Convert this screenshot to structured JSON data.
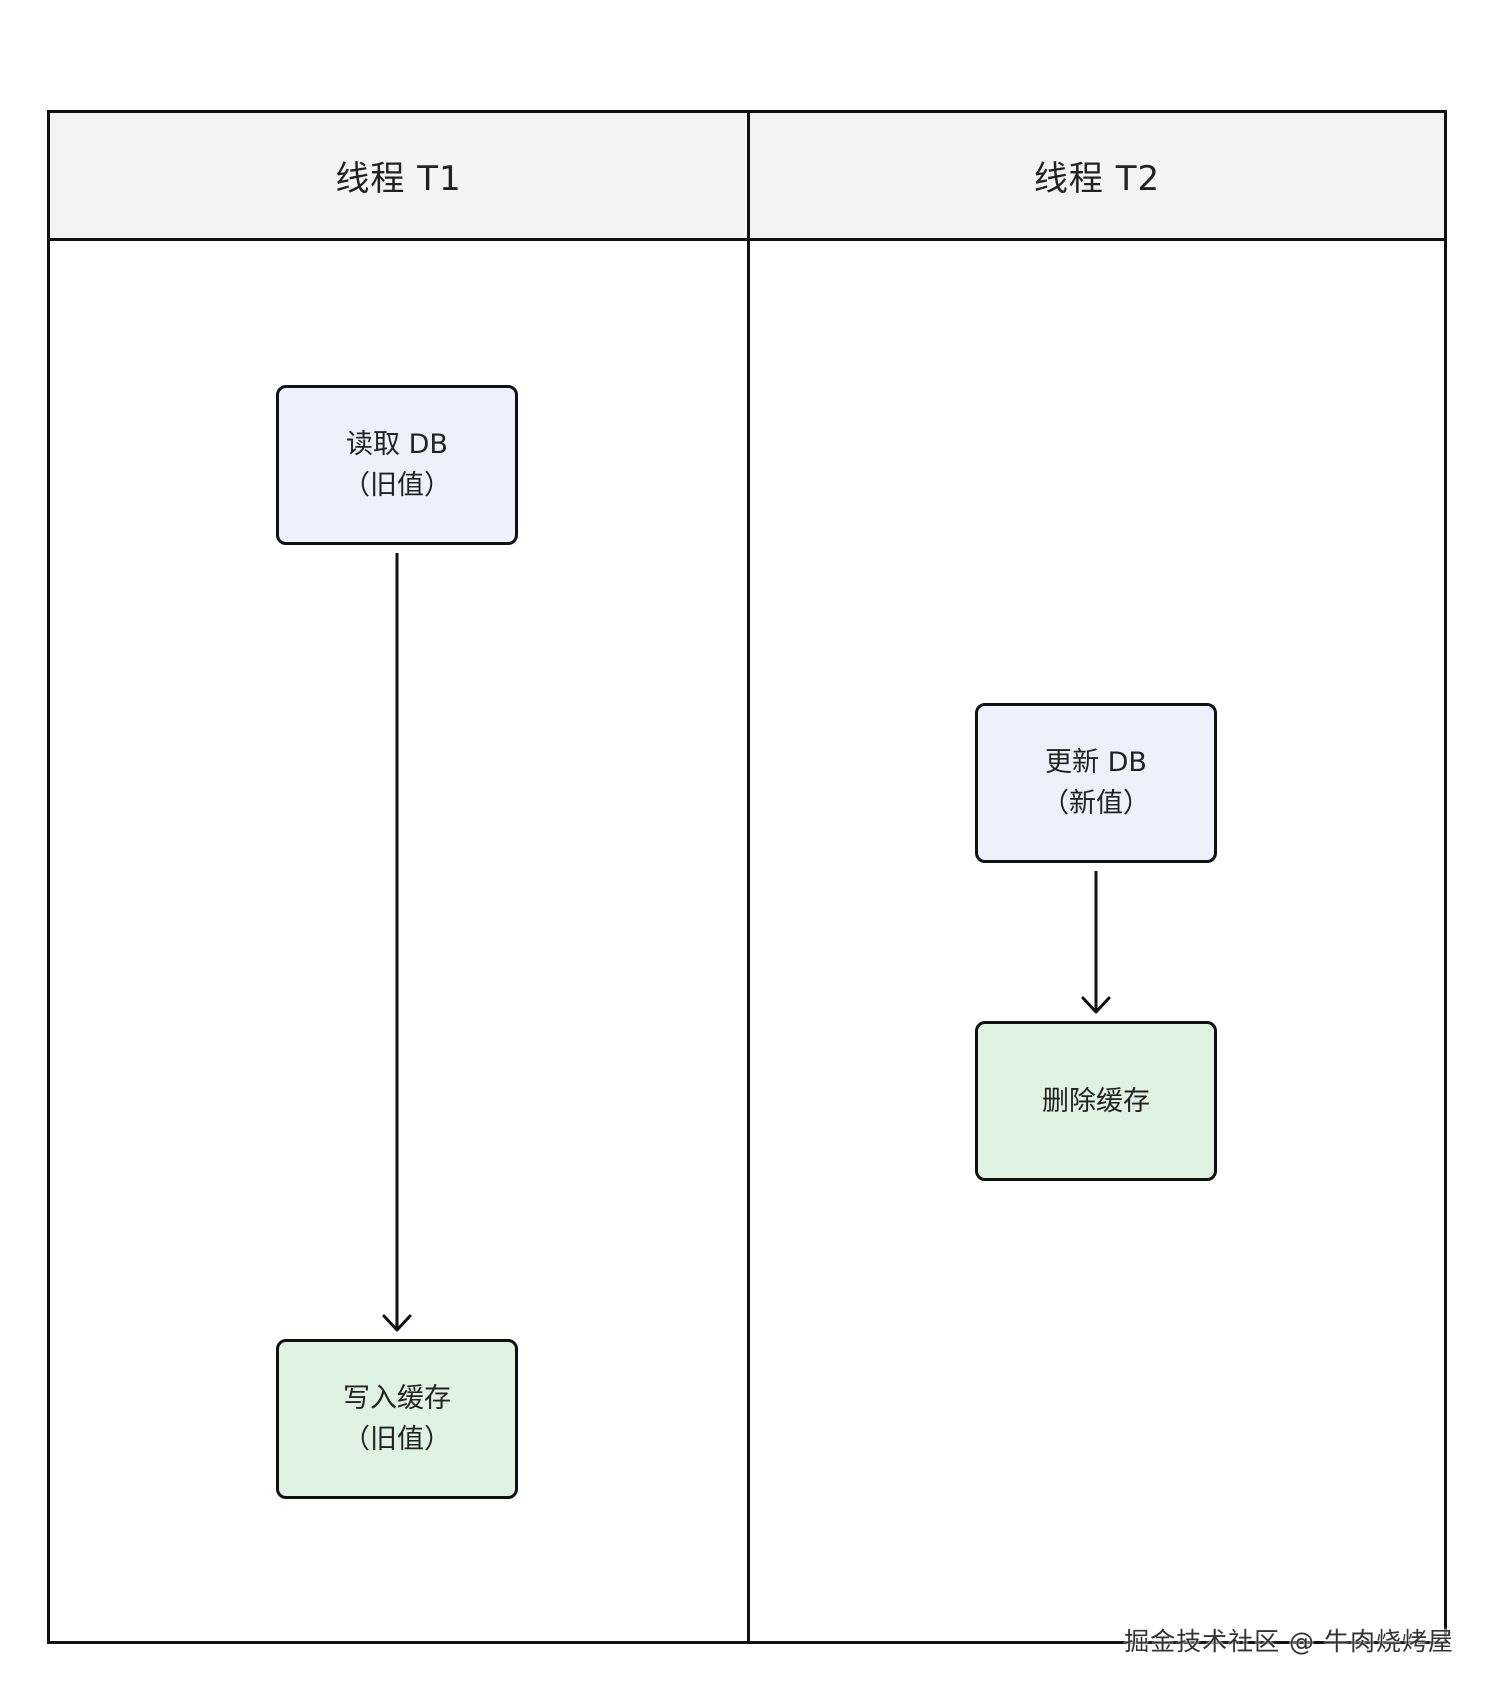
{
  "lanes": [
    {
      "title": "线程 T1"
    },
    {
      "title": "线程 T2"
    }
  ],
  "nodes": {
    "t1_read": {
      "line1": "读取 DB",
      "line2": "（旧值）"
    },
    "t1_write": {
      "line1": "写入缓存",
      "line2": "（旧值）"
    },
    "t2_update": {
      "line1": "更新 DB",
      "line2": "（新值）"
    },
    "t2_delete": {
      "line1": "删除缓存"
    }
  },
  "colors": {
    "node_db": "#eef1fb",
    "node_cache": "#e0f2e1",
    "header_bg": "#f4f4f4",
    "stroke": "#111111"
  },
  "watermark": "掘金技术社区 @ 牛肉烧烤屋"
}
